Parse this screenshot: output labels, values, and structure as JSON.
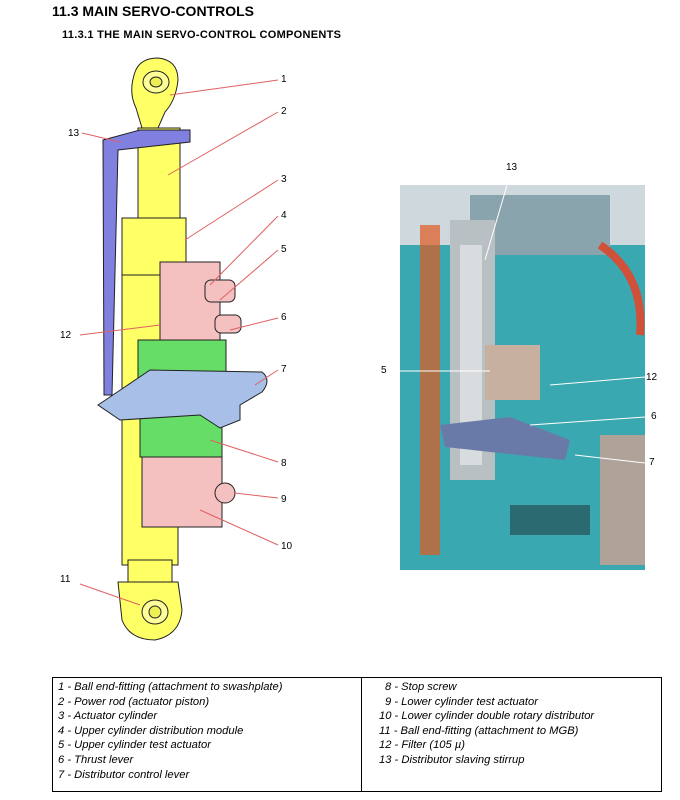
{
  "section_title": "11.3 MAIN SERVO-CONTROLS",
  "subsection_title": "11.3.1 THE MAIN SERVO-CONTROL COMPONENTS",
  "drawing_callouts": [
    "1",
    "2",
    "3",
    "4",
    "5",
    "6",
    "7",
    "8",
    "9",
    "10",
    "11",
    "12",
    "13"
  ],
  "photo_callouts": [
    "13",
    "5",
    "12",
    "6",
    "7"
  ],
  "legend_left": [
    "1 - Ball end-fitting (attachment to swashplate)",
    "2 - Power rod (actuator piston)",
    "3 - Actuator cylinder",
    "4 - Upper cylinder distribution module",
    "5 - Upper cylinder test actuator",
    "6 - Thrust lever",
    "7 - Distributor control lever"
  ],
  "legend_right": [
    "8 - Stop screw",
    "9 - Lower cylinder test actuator",
    "10 - Lower cylinder double rotary distributor",
    "11 - Ball end-fitting (attachment to MGB)",
    "12 - Filter (105 µ)",
    "13 - Distributor slaving stirrup"
  ],
  "colors": {
    "rod_yellow": "#ffff66",
    "stirrup_purple": "#8080e0",
    "module_pink": "#f4c0c0",
    "lever_blue": "#a8c0e8",
    "module_green": "#66dd66",
    "leader_red": "#e06060",
    "photo_teal": "#3aa8b0"
  }
}
